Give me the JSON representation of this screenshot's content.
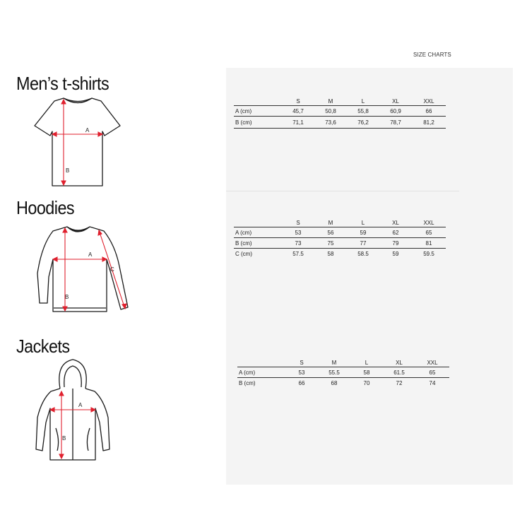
{
  "header": {
    "label": "SIZE CHARTS"
  },
  "sections": [
    {
      "title": "Men’s t-shirts",
      "diagram_labels": {
        "a": "A",
        "b": "B"
      },
      "table": {
        "sizes": [
          "S",
          "M",
          "L",
          "XL",
          "XXL"
        ],
        "rows": [
          {
            "label": "A (cm)",
            "values": [
              "45,7",
              "50,8",
              "55,8",
              "60,9",
              "66"
            ]
          },
          {
            "label": "B (cm)",
            "values": [
              "71,1",
              "73,6",
              "76,2",
              "78,7",
              "81,2"
            ]
          }
        ]
      }
    },
    {
      "title": "Hoodies",
      "diagram_labels": {
        "a": "A",
        "b": "B",
        "c": "C"
      },
      "table": {
        "sizes": [
          "S",
          "M",
          "L",
          "XL",
          "XXL"
        ],
        "rows": [
          {
            "label": "A (cm)",
            "values": [
              "53",
              "56",
              "59",
              "62",
              "65"
            ]
          },
          {
            "label": "B (cm)",
            "values": [
              "73",
              "75",
              "77",
              "79",
              "81"
            ]
          },
          {
            "label": "C (cm)",
            "values": [
              "57.5",
              "58",
              "58.5",
              "59",
              "59.5"
            ]
          }
        ]
      }
    },
    {
      "title": "Jackets",
      "diagram_labels": {
        "a": "A",
        "b": "B"
      },
      "table": {
        "sizes": [
          "S",
          "M",
          "L",
          "XL",
          "XXL"
        ],
        "rows": [
          {
            "label": "A (cm)",
            "values": [
              "53",
              "55.5",
              "58",
              "61.5",
              "65"
            ]
          },
          {
            "label": "B (cm)",
            "values": [
              "66",
              "68",
              "70",
              "72",
              "74"
            ]
          }
        ]
      }
    }
  ],
  "colors": {
    "measure_line": "#e0202e",
    "outline": "#1a1a1a",
    "panel": "#f4f4f4"
  }
}
